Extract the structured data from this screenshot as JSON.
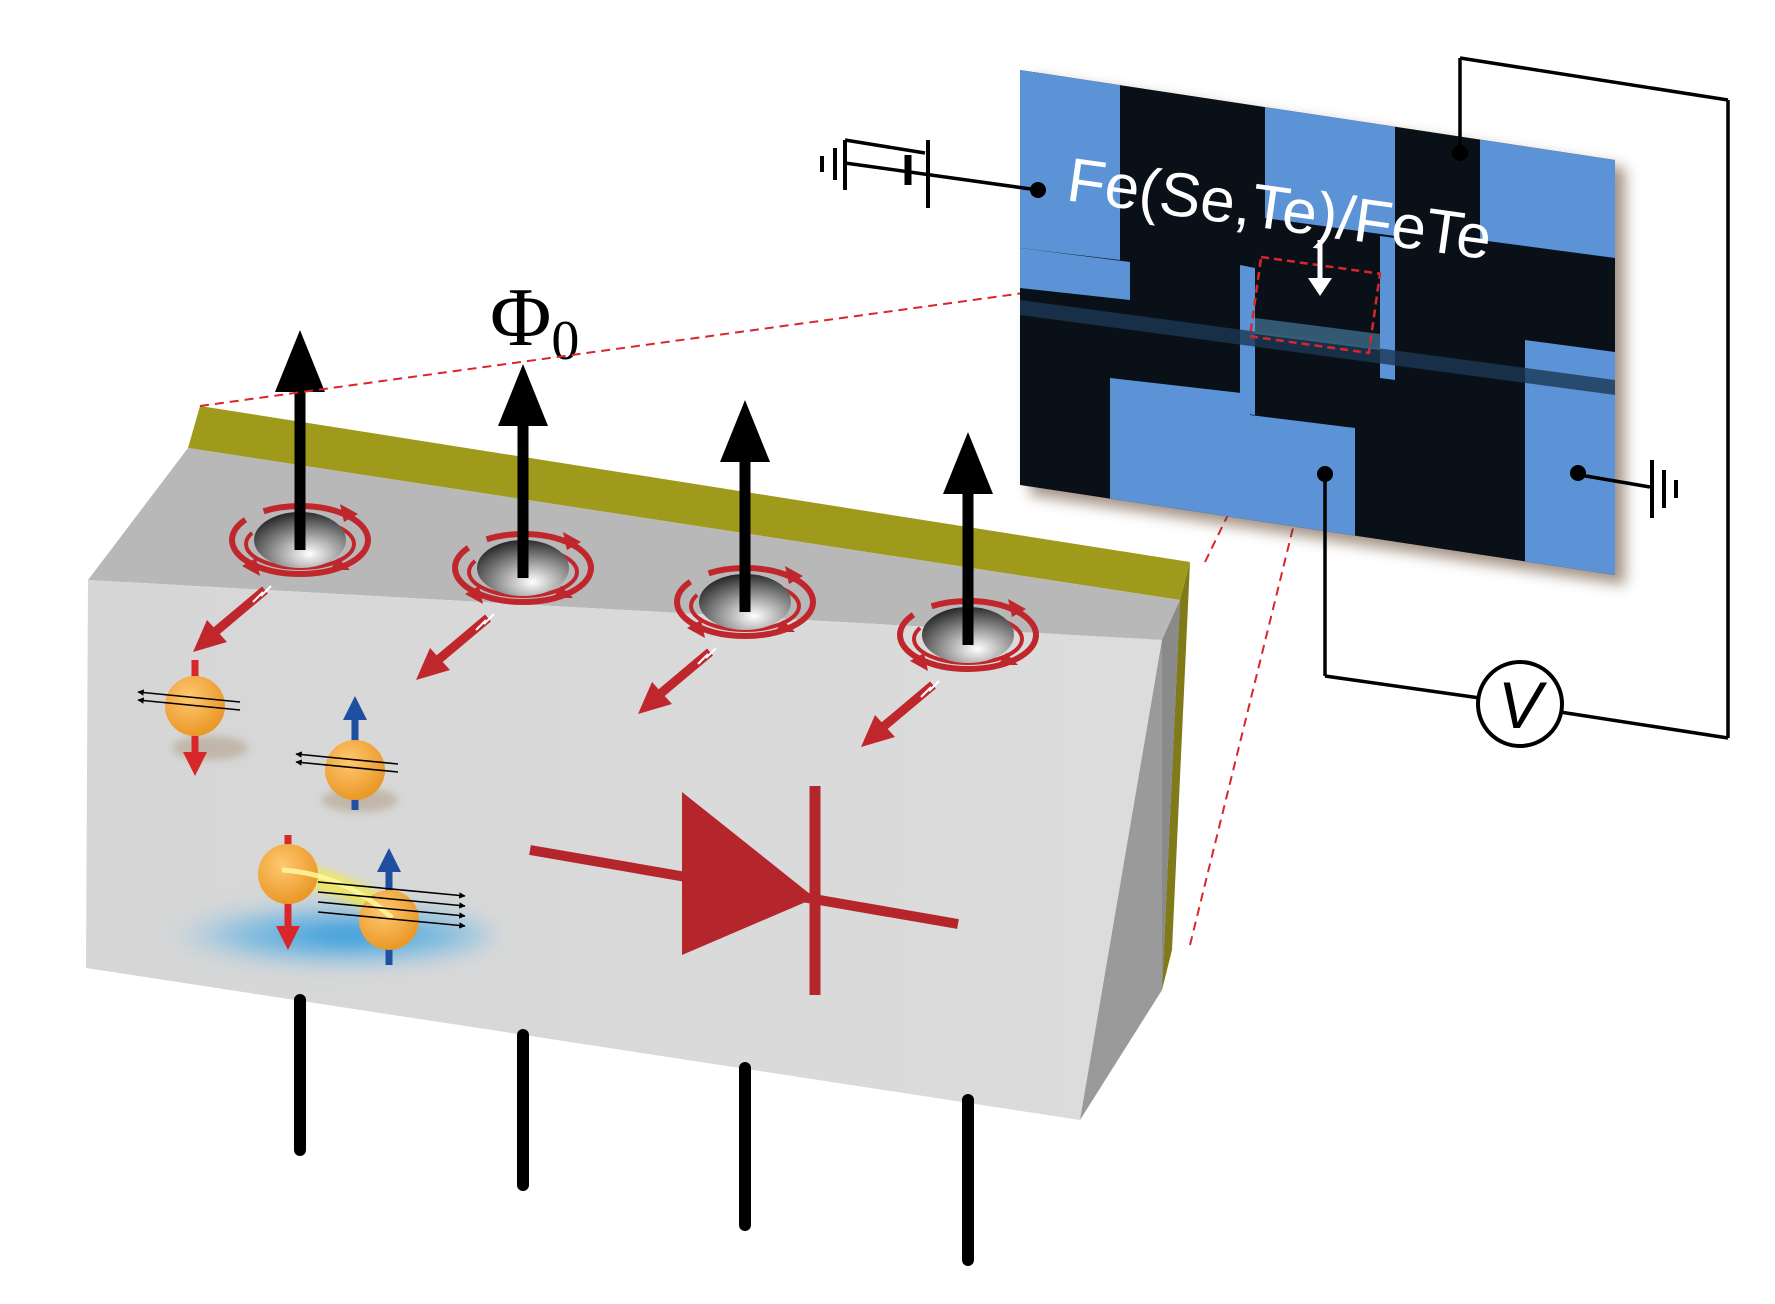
{
  "labels": {
    "material": "Fe(Se,Te)/FeTe",
    "flux_quantum_symbol": "Φ",
    "flux_quantum_subscript": "0",
    "voltmeter": "V"
  },
  "colors": {
    "slab_front": "#d9d9d9",
    "slab_top": "#b3b3b3",
    "slab_side": "#9a9a9a",
    "gold_layer": "#a09a1c",
    "vortex_current_red": "#c0272d",
    "spin_up_blue": "#1f4fa0",
    "spin_down_red": "#d9262a",
    "electron_orange": "#f0a738",
    "device_blue": "#5b93d6",
    "device_dark": "#0a1018",
    "diode_red": "#b5252c",
    "circuit_line": "#000000"
  },
  "icons": {
    "battery": "battery-icon",
    "ground": "ground-icon",
    "voltmeter": "voltmeter-icon",
    "diode": "diode-symbol",
    "flux_arrow": "flux-arrow-icon"
  }
}
